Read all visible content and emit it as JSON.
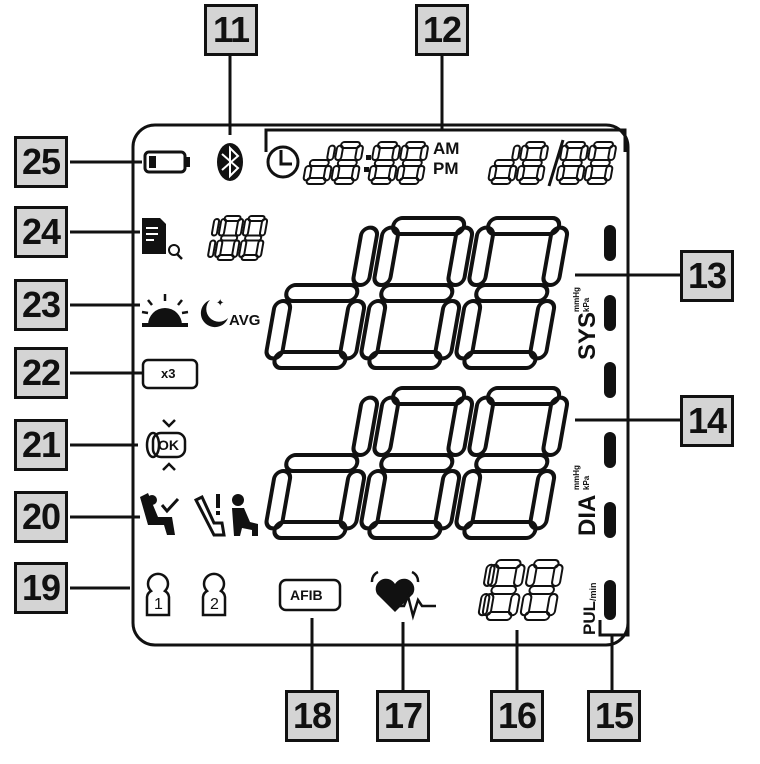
{
  "callouts": {
    "c11": "11",
    "c12": "12",
    "c13": "13",
    "c14": "14",
    "c15": "15",
    "c16": "16",
    "c17": "17",
    "c18": "18",
    "c19": "19",
    "c20": "20",
    "c21": "21",
    "c22": "22",
    "c23": "23",
    "c24": "24",
    "c25": "25"
  },
  "lcd": {
    "am": "AM",
    "pm": "PM",
    "sys": "SYS",
    "dia": "DIA",
    "pul": "PUL",
    "per_min": "/min",
    "mmhg": "mmHg",
    "kpa": "kPa",
    "avg": "AVG",
    "x3": "x3",
    "ok": "OK",
    "afib": "AFIB",
    "user1": "1",
    "user2": "2",
    "time_colon": ":",
    "date_slash": "/"
  },
  "icons": [
    "battery-icon",
    "bluetooth-icon",
    "clock-icon",
    "memory-record-icon",
    "morning-icon",
    "evening-icon",
    "cuff-ok-icon",
    "posture-ok-icon",
    "posture-warning-icon",
    "user-icon",
    "heart-pulse-icon"
  ]
}
